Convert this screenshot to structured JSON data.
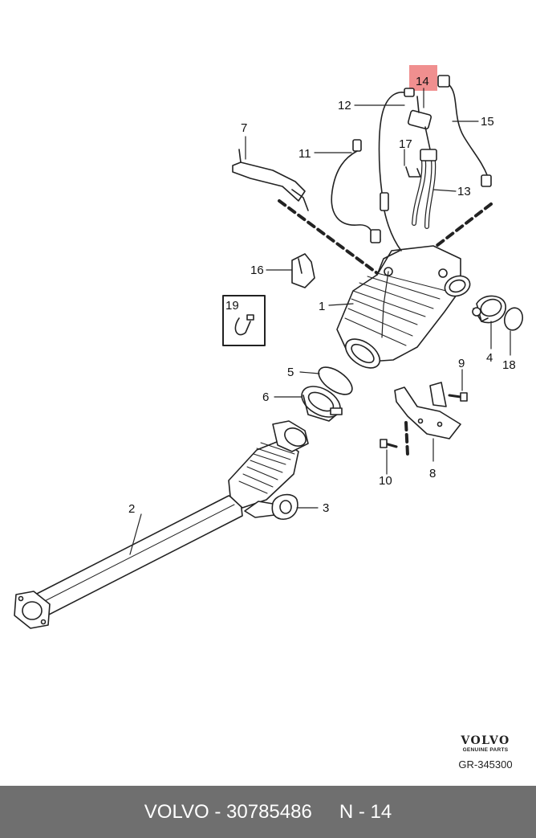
{
  "callouts": [
    {
      "id": "c1",
      "label": "1"
    },
    {
      "id": "c2",
      "label": "2"
    },
    {
      "id": "c3",
      "label": "3"
    },
    {
      "id": "c4",
      "label": "4"
    },
    {
      "id": "c5",
      "label": "5"
    },
    {
      "id": "c6",
      "label": "6"
    },
    {
      "id": "c7",
      "label": "7"
    },
    {
      "id": "c8",
      "label": "8"
    },
    {
      "id": "c9",
      "label": "9"
    },
    {
      "id": "c10",
      "label": "10"
    },
    {
      "id": "c11",
      "label": "11"
    },
    {
      "id": "c12",
      "label": "12"
    },
    {
      "id": "c13",
      "label": "13"
    },
    {
      "id": "c14",
      "label": "14"
    },
    {
      "id": "c15",
      "label": "15"
    },
    {
      "id": "c16",
      "label": "16"
    },
    {
      "id": "c17",
      "label": "17"
    },
    {
      "id": "c18",
      "label": "18"
    },
    {
      "id": "c19",
      "label": "19"
    }
  ],
  "highlight": {
    "callout": "14",
    "color": "#f08f8f"
  },
  "logo": {
    "wordmark": "VOLVO",
    "tagline": "GENUINE PARTS"
  },
  "reference": "GR-345300",
  "footer": {
    "brand": "VOLVO - 30785486",
    "position": "N - 14",
    "background": "#6f6f6f",
    "text_color": "#ffffff"
  }
}
